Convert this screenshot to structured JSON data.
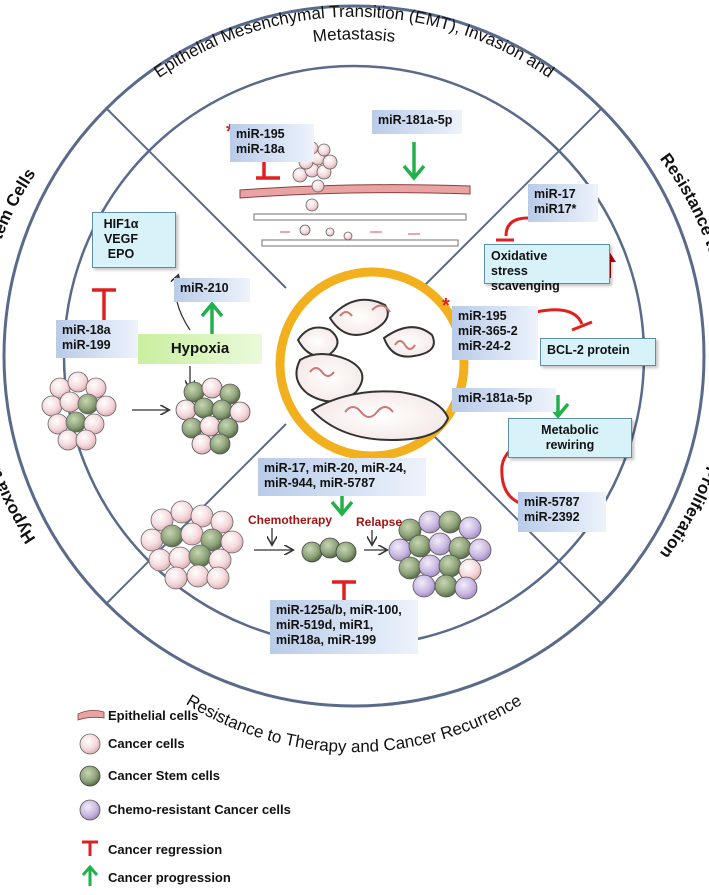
{
  "sections": {
    "emt_title": "Epithelial Mesenchymal Transition (EMT), Invasion and Metastasis",
    "emt_line1": "Epithelial Mesenchymal Transition (EMT), Invasion and",
    "emt_line2": "Metastasis",
    "apoptosis_title": "Resistance to Apoptosis and Enhanced Proliferation",
    "therapy_title": "Resistance to Therapy and Cancer Recurrence",
    "hypoxia_title": "Hypoxia and Development of Cancer Stem Cells"
  },
  "emt": {
    "box_left": "miR-195\nmiR-18a",
    "box_right": "miR-181a-5p"
  },
  "apoptosis": {
    "box_mir17": "miR-17\nmiR17*",
    "box_oxidative": "Oxidative stress\nscavenging",
    "box_mir195": "miR-195\nmiR-365-2\nmiR-24-2",
    "box_bcl2": "BCL-2 protein",
    "box_mir181": "miR-181a-5p",
    "box_metabolic": "Metabolic\nrewiring",
    "box_mir5787": "miR-5787\nmiR-2392"
  },
  "therapy": {
    "box_top": "miR-17, miR-20, miR-24,\nmiR-944, miR-5787",
    "chemotherapy": "Chemotherapy",
    "relapse": "Relapse",
    "box_bottom": "miR-125a/b, miR-100,\nmiR-519d, miR1,\nmiR18a, miR-199"
  },
  "hypoxia": {
    "box_hif": "HIF1α\nVEGF\nEPO",
    "box_mir210": "miR-210",
    "box_mir18a": "miR-18a\nmiR-199",
    "hypoxia_label": "Hypoxia"
  },
  "star_symbol": "*",
  "legend": [
    {
      "icon": "epithelial-cell-icon",
      "label": "Epithelial cells"
    },
    {
      "icon": "cancer-cell-icon",
      "label": "Cancer cells"
    },
    {
      "icon": "cancer-stem-cell-icon",
      "label": "Cancer Stem cells"
    },
    {
      "icon": "chemo-resistant-cell-icon",
      "label": "Chemo-resistant Cancer cells"
    },
    {
      "icon": "inhibition-red-t-icon",
      "label": "Cancer regression"
    },
    {
      "icon": "green-arrow-up-icon",
      "label": "Cancer progression"
    }
  ],
  "colors": {
    "ring": "#5a6a8a",
    "mito_ring": "#f2b01e",
    "inhibit": "#e02020",
    "promote": "#22b04a",
    "up_arrow": "#c00000",
    "cancer_cell": "#f4d7d9",
    "stem_cell": "#8ea37a",
    "chemo_cell": "#c8b6df"
  }
}
